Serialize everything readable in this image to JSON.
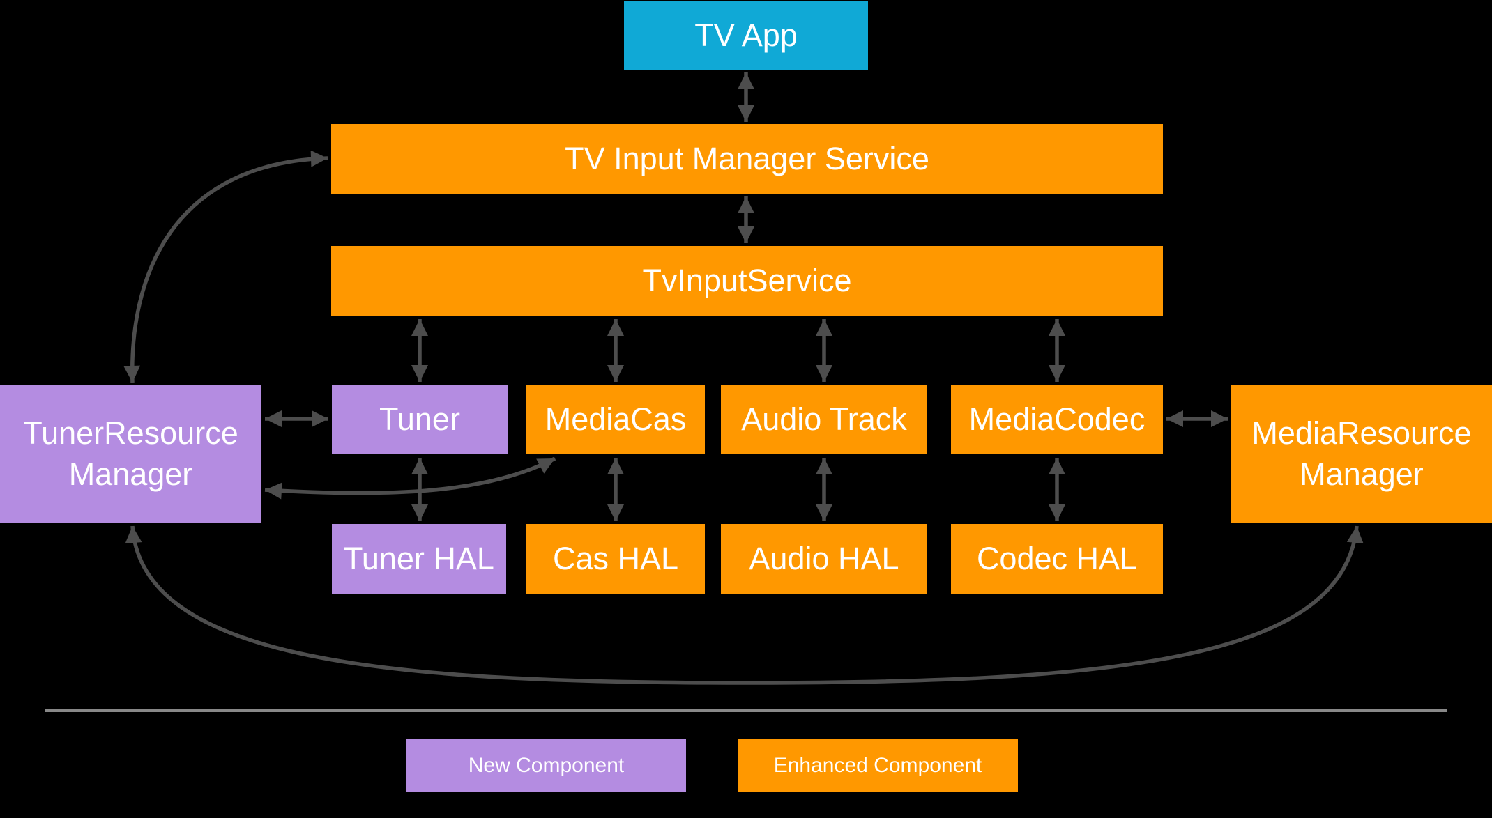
{
  "nodes": {
    "tv_app": {
      "label": "TV App"
    },
    "tv_input_manager_service": {
      "label": "TV Input Manager Service"
    },
    "tv_input_service": {
      "label": "TvInputService"
    },
    "tuner_resource_manager": {
      "lines": [
        "TunerResource",
        "Manager"
      ]
    },
    "tuner": {
      "label": "Tuner"
    },
    "media_cas": {
      "label": "MediaCas"
    },
    "audio_track": {
      "label": "Audio Track"
    },
    "media_codec": {
      "label": "MediaCodec"
    },
    "media_resource_manager": {
      "lines": [
        "MediaResource",
        "Manager"
      ]
    },
    "tuner_hal": {
      "label": "Tuner HAL"
    },
    "cas_hal": {
      "label": "Cas HAL"
    },
    "audio_hal": {
      "label": "Audio HAL"
    },
    "codec_hal": {
      "label": "Codec HAL"
    }
  },
  "legend": {
    "new_component": {
      "label": "New Component",
      "color": "#B48CE1"
    },
    "enhanced_component": {
      "label": "Enhanced Component",
      "color": "#FF9800"
    }
  },
  "colors": {
    "app_blue": "#10A9D6",
    "enhanced_orange": "#FF9800",
    "new_purple": "#B48CE1",
    "arrow_gray": "#4D4D4D",
    "divider_gray": "#888888",
    "background": "#000000",
    "text": "#FFFFFF"
  },
  "edges": [
    {
      "from": "tv_app",
      "to": "tv_input_manager_service",
      "bidirectional": true
    },
    {
      "from": "tv_input_manager_service",
      "to": "tv_input_service",
      "bidirectional": true
    },
    {
      "from": "tv_input_service",
      "to": "tuner",
      "bidirectional": true
    },
    {
      "from": "tv_input_service",
      "to": "media_cas",
      "bidirectional": true
    },
    {
      "from": "tv_input_service",
      "to": "audio_track",
      "bidirectional": true
    },
    {
      "from": "tv_input_service",
      "to": "media_codec",
      "bidirectional": true
    },
    {
      "from": "tuner",
      "to": "tuner_hal",
      "bidirectional": true
    },
    {
      "from": "media_cas",
      "to": "cas_hal",
      "bidirectional": true
    },
    {
      "from": "audio_track",
      "to": "audio_hal",
      "bidirectional": true
    },
    {
      "from": "media_codec",
      "to": "codec_hal",
      "bidirectional": true
    },
    {
      "from": "tuner_resource_manager",
      "to": "tuner",
      "bidirectional": true
    },
    {
      "from": "media_codec",
      "to": "media_resource_manager",
      "bidirectional": true
    },
    {
      "from": "tuner_resource_manager",
      "to": "tv_input_manager_service",
      "bidirectional": true,
      "style": "curved"
    },
    {
      "from": "tuner_resource_manager",
      "to": "media_cas",
      "bidirectional": true,
      "style": "curved"
    },
    {
      "from": "tuner_resource_manager",
      "to": "media_resource_manager",
      "bidirectional": true,
      "style": "curved-bottom"
    }
  ]
}
